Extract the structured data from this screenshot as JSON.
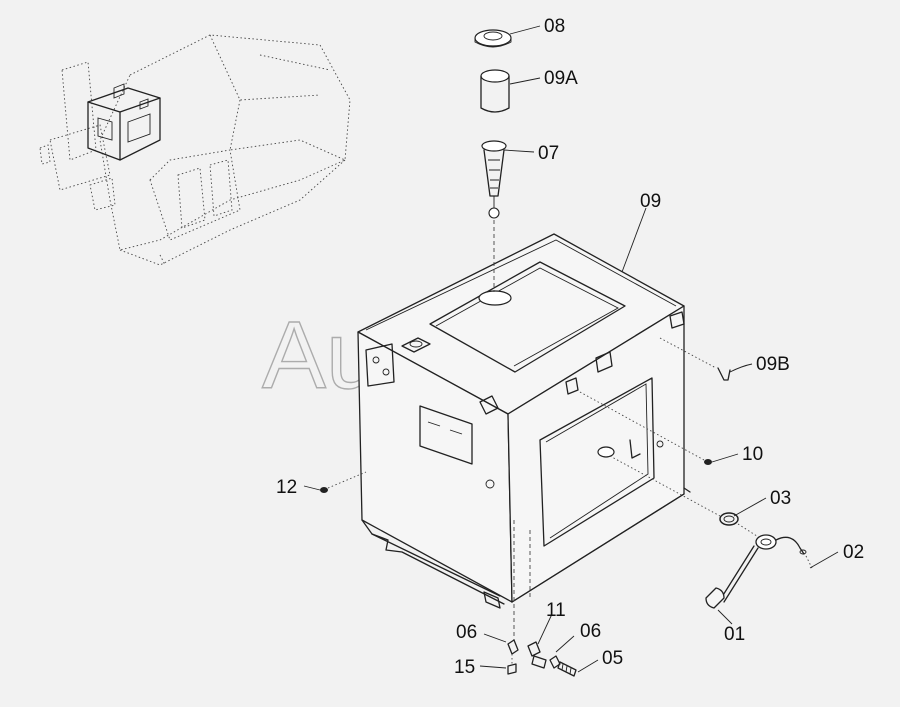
{
  "watermark": "AutoSoft",
  "callouts": {
    "c08": "08",
    "c09A": "09A",
    "c07": "07",
    "c09": "09",
    "c09B": "09B",
    "c10": "10",
    "c03": "03",
    "c02": "02",
    "c12": "12",
    "c01": "01",
    "c11": "11",
    "c06a": "06",
    "c06b": "06",
    "c05": "05",
    "c15": "15"
  }
}
